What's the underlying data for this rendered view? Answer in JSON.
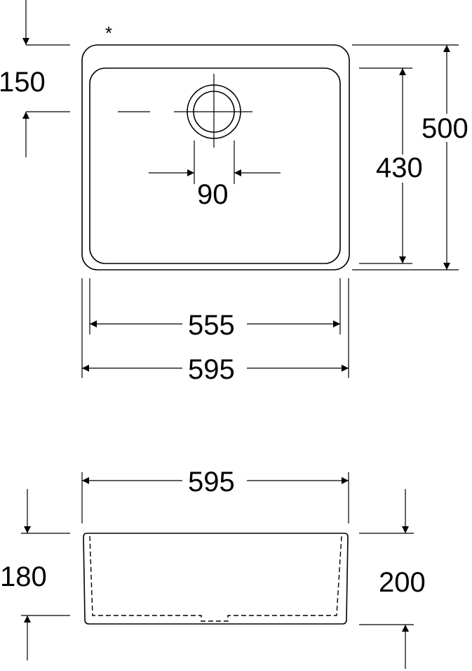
{
  "top_view": {
    "star_note": "*",
    "dim_drain_offset": "150",
    "dim_drain_diameter": "90",
    "dim_inner_depth": "430",
    "dim_outer_depth": "500",
    "dim_inner_width": "555",
    "dim_outer_width": "595"
  },
  "side_view": {
    "dim_outer_width": "595",
    "dim_inner_height": "180",
    "dim_outer_height": "200"
  }
}
